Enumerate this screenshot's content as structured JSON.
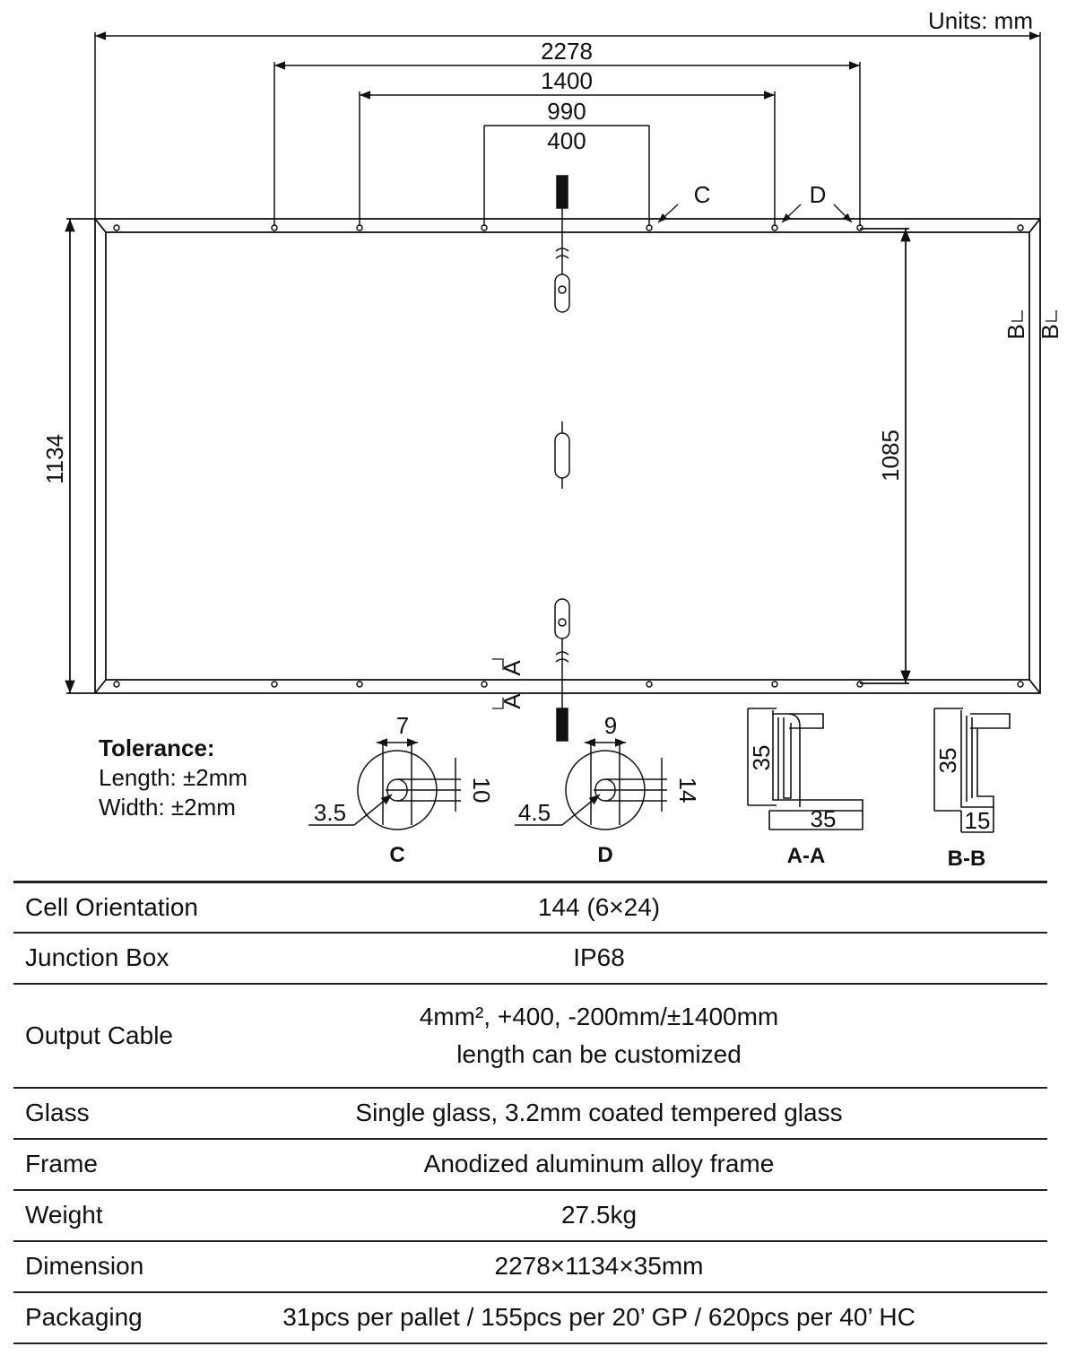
{
  "units_label": "Units: mm",
  "dimensions": {
    "overall_length": "2278",
    "mount_span_1": "1400",
    "mount_span_2": "990",
    "mount_span_3": "400",
    "overall_width": "1134",
    "mount_width": "1085"
  },
  "callouts": {
    "c": "C",
    "d": "D",
    "a": "A",
    "b": "B"
  },
  "details": {
    "c": {
      "label": "C",
      "hole_width": "7",
      "hole_height": "10",
      "hole_dia": "3.5"
    },
    "d": {
      "label": "D",
      "hole_width": "9",
      "hole_height": "14",
      "hole_dia": "4.5"
    },
    "aa": {
      "label": "A-A",
      "height": "35",
      "width": "35"
    },
    "bb": {
      "label": "B-B",
      "height": "35",
      "width": "15"
    }
  },
  "tolerance": {
    "title": "Tolerance:",
    "length": "Length:  ±2mm",
    "width": "Width:  ±2mm"
  },
  "specs": [
    {
      "key": "Cell Orientation",
      "value": "144 (6×24)"
    },
    {
      "key": "Junction Box",
      "value": "IP68"
    },
    {
      "key": "Output Cable",
      "value": "4mm², +400, -200mm/±1400mm",
      "value2": "length can be customized"
    },
    {
      "key": "Glass",
      "value": "Single glass, 3.2mm coated tempered glass"
    },
    {
      "key": "Frame",
      "value": "Anodized aluminum alloy frame"
    },
    {
      "key": "Weight",
      "value": "27.5kg"
    },
    {
      "key": "Dimension",
      "value": "2278×1134×35mm"
    },
    {
      "key": "Packaging",
      "value": "31pcs per pallet / 155pcs per 20’ GP / 620pcs per 40’ HC"
    }
  ]
}
